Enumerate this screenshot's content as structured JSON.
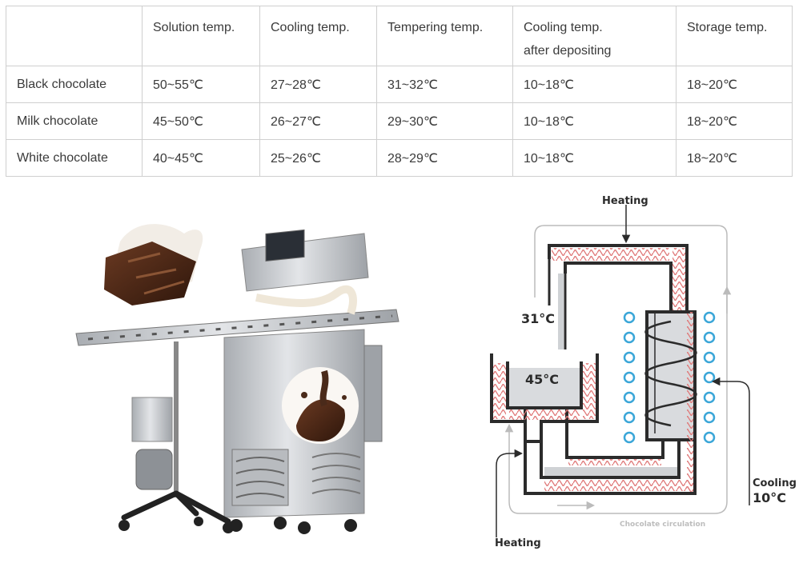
{
  "table": {
    "headers": [
      "",
      "Solution temp.",
      "Cooling temp.",
      "Tempering temp.",
      "Cooling temp.\nafter depositing",
      "Storage temp."
    ],
    "rows": [
      [
        "Black chocolate",
        "50~55℃",
        "27~28℃",
        "31~32℃",
        "10~18℃",
        "18~20℃"
      ],
      [
        "Milk chocolate",
        "45~50℃",
        "26~27℃",
        "29~30℃",
        "10~18℃",
        "18~20℃"
      ],
      [
        "White chocolate",
        "40~45℃",
        "25~26℃",
        "28~29℃",
        "10~18℃",
        "18~20℃"
      ]
    ]
  },
  "diagram": {
    "heating_top": "Heating",
    "temp_31": "31°C",
    "temp_45": "45°C",
    "cooling": "Cooling",
    "temp_10": "10°C",
    "heating_bottom": "Heating",
    "circulation": "Chocolate circulation"
  },
  "colors": {
    "table_border": "#cfcfcf",
    "heater_zigzag": "#e07a7a",
    "coolant_ring": "#3aa6d8",
    "circulation_arrow": "#bbbbbb",
    "steel": "#c9ccd0",
    "chocolate": "#4a2a1a"
  }
}
